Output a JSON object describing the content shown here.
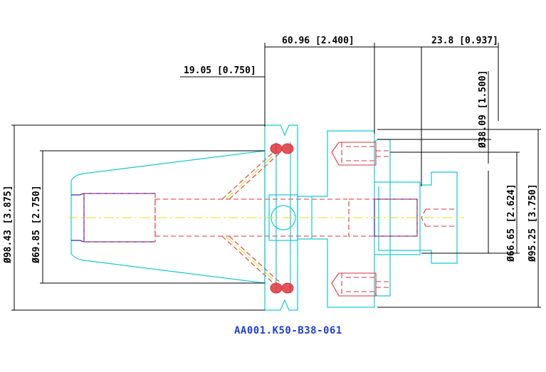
{
  "dimensions": {
    "top_length": "60.96 [2.400]",
    "top_right": "23.8 [0.937]",
    "flange_offset": "19.05 [0.750]",
    "dia_98": "Ø98.43 [3.875]",
    "dia_69": "Ø69.85 [2.750]",
    "dia_38": "Ø38.09 [1.500]",
    "dia_66": "Ø66.65 [2.624]",
    "dia_95": "Ø95.25 [3.750]"
  },
  "part_number": "AA001.K50-B38-061"
}
